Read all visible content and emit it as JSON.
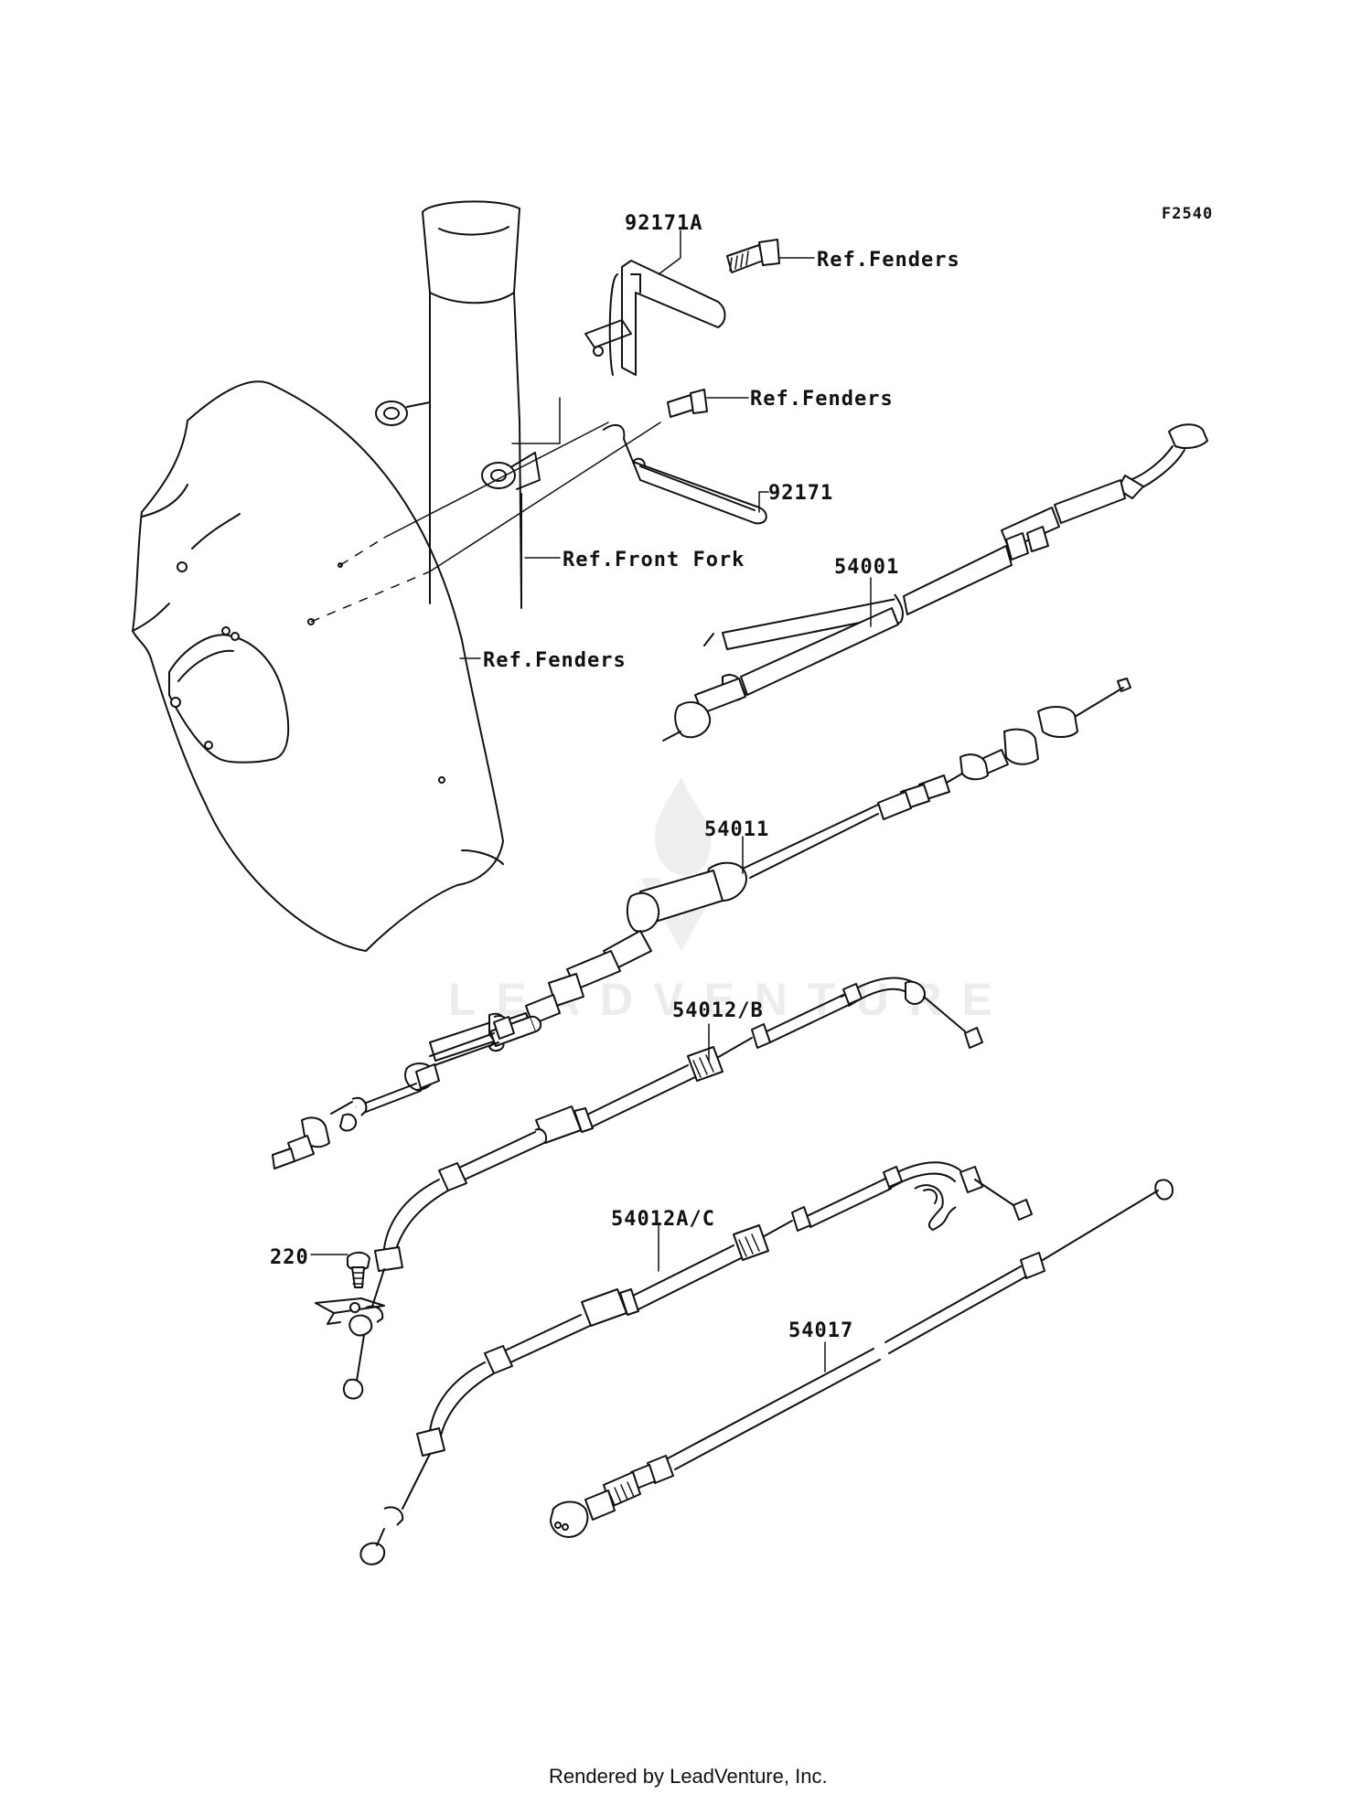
{
  "diagram_code": "F2540",
  "labels": {
    "p92171A": "92171A",
    "ref_fenders_1": "Ref.Fenders",
    "ref_fenders_2": "Ref.Fenders",
    "p92171": "92171",
    "ref_front_fork": "Ref.Front Fork",
    "p54001": "54001",
    "ref_fenders_3": "Ref.Fenders",
    "p54011": "54011",
    "p54012B": "54012/B",
    "p220": "220",
    "p54012AC": "54012A/C",
    "p54017": "54017"
  },
  "watermark": "LEADVENTURE",
  "footer": "Rendered by LeadVenture, Inc."
}
